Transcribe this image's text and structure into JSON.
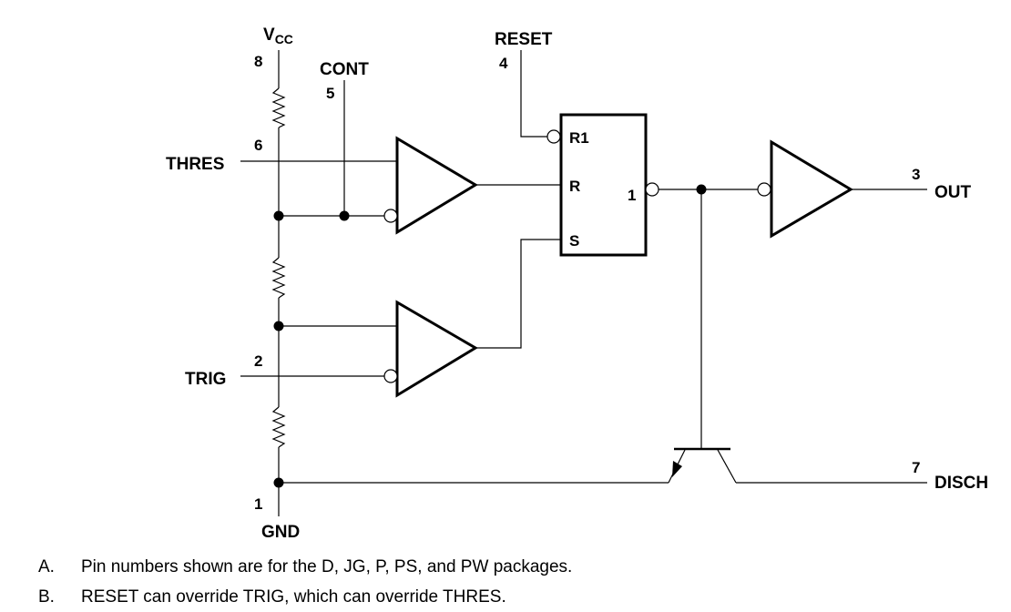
{
  "labels": {
    "vcc_main": "V",
    "vcc_sub": "CC",
    "gnd": "GND",
    "cont": "CONT",
    "reset": "RESET",
    "thres": "THRES",
    "trig": "TRIG",
    "out": "OUT",
    "disch": "DISCH",
    "flipflop_r1": "R1",
    "flipflop_r": "R",
    "flipflop_s": "S",
    "flipflop_q": "1"
  },
  "pins": {
    "vcc": "8",
    "cont": "5",
    "reset": "4",
    "thres": "6",
    "trig": "2",
    "gnd": "1",
    "out": "3",
    "disch": "7"
  },
  "notes": [
    {
      "letter": "A.",
      "text": "Pin numbers shown are for the D, JG, P, PS, and PW packages."
    },
    {
      "letter": "B.",
      "text": "RESET can override TRIG, which can override THRES."
    }
  ]
}
